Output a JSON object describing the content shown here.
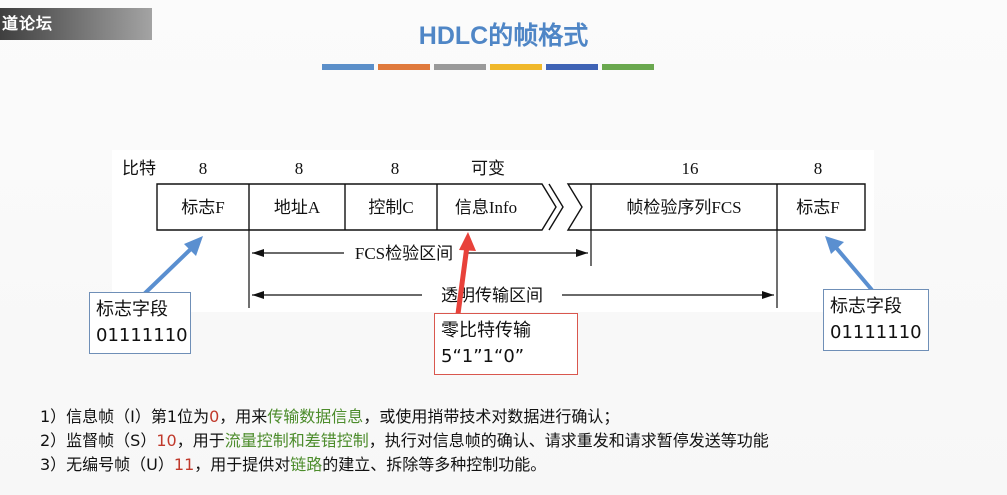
{
  "watermark": "道论坛",
  "title": "HDLC的帧格式",
  "title_bar_colors": [
    "#5b8fc9",
    "#e07a3c",
    "#9a9a9a",
    "#f0b82a",
    "#3f63b5",
    "#6aa84f"
  ],
  "diagram": {
    "bits_label": "比特",
    "bit_counts": [
      "8",
      "8",
      "8",
      "可变",
      "16",
      "8"
    ],
    "fields": [
      "标志F",
      "地址A",
      "控制C",
      "信息Info",
      "帧检验序列FCS",
      "标志F"
    ],
    "range_fcs": "FCS检验区间",
    "range_transparent": "透明传输区间"
  },
  "callouts": {
    "left": {
      "line1": "标志字段",
      "line2": "01111110"
    },
    "right": {
      "line1": "标志字段",
      "line2": "01111110"
    },
    "center": {
      "line1": "零比特传输",
      "line2": "5“1”1“0”"
    }
  },
  "arrow_colors": {
    "blue": "#5a8fd0",
    "red": "#e8413a"
  },
  "notes": [
    {
      "prefix": "1）信息帧（I）第1位为",
      "code": "0",
      "mid": "，用来",
      "key": "传输数据信息",
      "suffix": "，或使用捎带技术对数据进行确认；"
    },
    {
      "prefix": "2）监督帧（S）",
      "code": "10",
      "mid": "，用于",
      "key": "流量控制和差错控制",
      "suffix": "，执行对信息帧的确认、请求重发和请求暂停发送等功能"
    },
    {
      "prefix": "3）无编号帧（U）",
      "code": "11",
      "mid": "，用于提供对",
      "key": "链路",
      "suffix": "的建立、拆除等多种控制功能。"
    }
  ]
}
